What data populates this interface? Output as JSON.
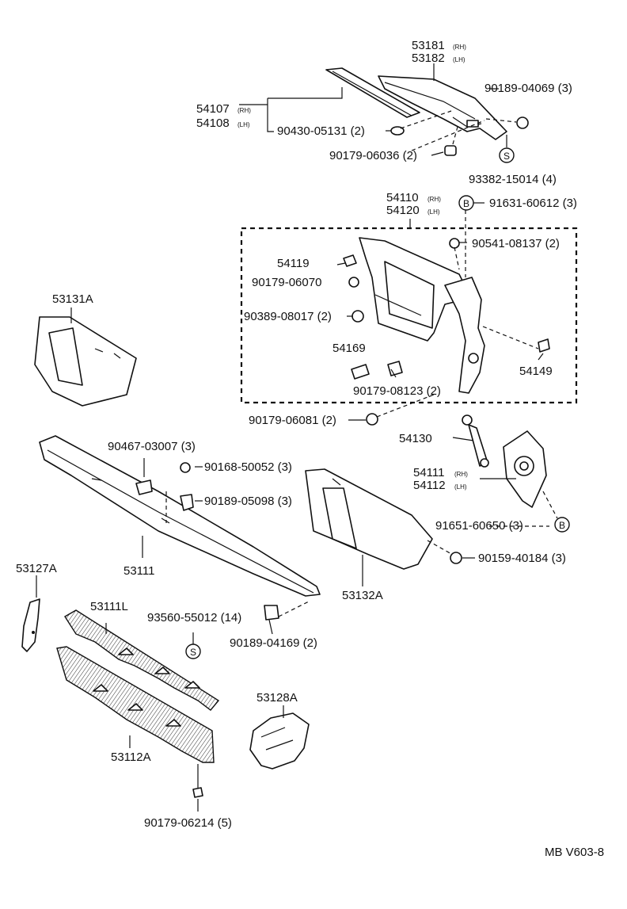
{
  "diagram_code": "MB V603-8",
  "markers": {
    "s": "S",
    "b": "B"
  },
  "labels": {
    "p53181": "53181",
    "p53181_side": "(RH)",
    "p53182": "53182",
    "p53182_side": "(LH)",
    "p90189_04069": "90189-04069 (3)",
    "p54107": "54107",
    "p54107_side": "(RH)",
    "p54108": "54108",
    "p54108_side": "(LH)",
    "p90430_05131": "90430-05131 (2)",
    "p90179_06036": "90179-06036 (2)",
    "p93382_15014": "93382-15014 (4)",
    "p54110": "54110",
    "p54110_side": "(RH)",
    "p54120": "54120",
    "p54120_side": "(LH)",
    "p91631_60612": "91631-60612 (3)",
    "p90541_08137": "90541-08137 (2)",
    "p54119": "54119",
    "p90179_06070": "90179-06070",
    "p90389_08017": "90389-08017 (2)",
    "p53131A": "53131A",
    "p54169": "54169",
    "p54149": "54149",
    "p90179_08123": "90179-08123 (2)",
    "p90179_06081": "90179-06081 (2)",
    "p54130": "54130",
    "p90467_03007": "90467-03007 (3)",
    "p90168_50052": "90168-50052 (3)",
    "p90189_05098": "90189-05098 (3)",
    "p54111": "54111",
    "p54111_side": "(RH)",
    "p54112": "54112",
    "p54112_side": "(LH)",
    "p91651_60650": "91651-60650 (3)",
    "p90159_40184": "90159-40184 (3)",
    "p53127A": "53127A",
    "p53111": "53111",
    "p53132A": "53132A",
    "p53111L": "53111L",
    "p93560_55012": "93560-55012 (14)",
    "p90189_04169": "90189-04169 (2)",
    "p53128A": "53128A",
    "p53112A": "53112A",
    "p90179_06214": "90179-06214 (5)"
  }
}
